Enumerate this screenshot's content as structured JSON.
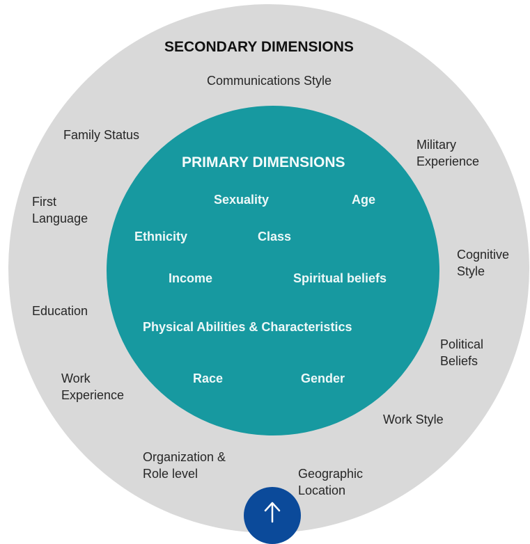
{
  "diagram": {
    "secondary": {
      "title": "SECONDARY DIMENSIONS",
      "items": [
        "Communications Style",
        "Family Status",
        "Military Experience",
        "First Language",
        "Cognitive Style",
        "Education",
        "Political Beliefs",
        "Work Experience",
        "Work Style",
        "Organization & Role level",
        "Geographic Location"
      ]
    },
    "primary": {
      "title": "PRIMARY DIMENSIONS",
      "items": [
        "Sexuality",
        "Age",
        "Ethnicity",
        "Class",
        "Income",
        "Spiritual beliefs",
        "Physical Abilities & Characteristics",
        "Race",
        "Gender"
      ]
    }
  },
  "colors": {
    "outer_ring": "#d9d9d9",
    "inner_circle": "#1799a0",
    "scroll_button": "#0b4a9a"
  },
  "icons": {
    "scroll_button": "arrow-up-icon"
  }
}
